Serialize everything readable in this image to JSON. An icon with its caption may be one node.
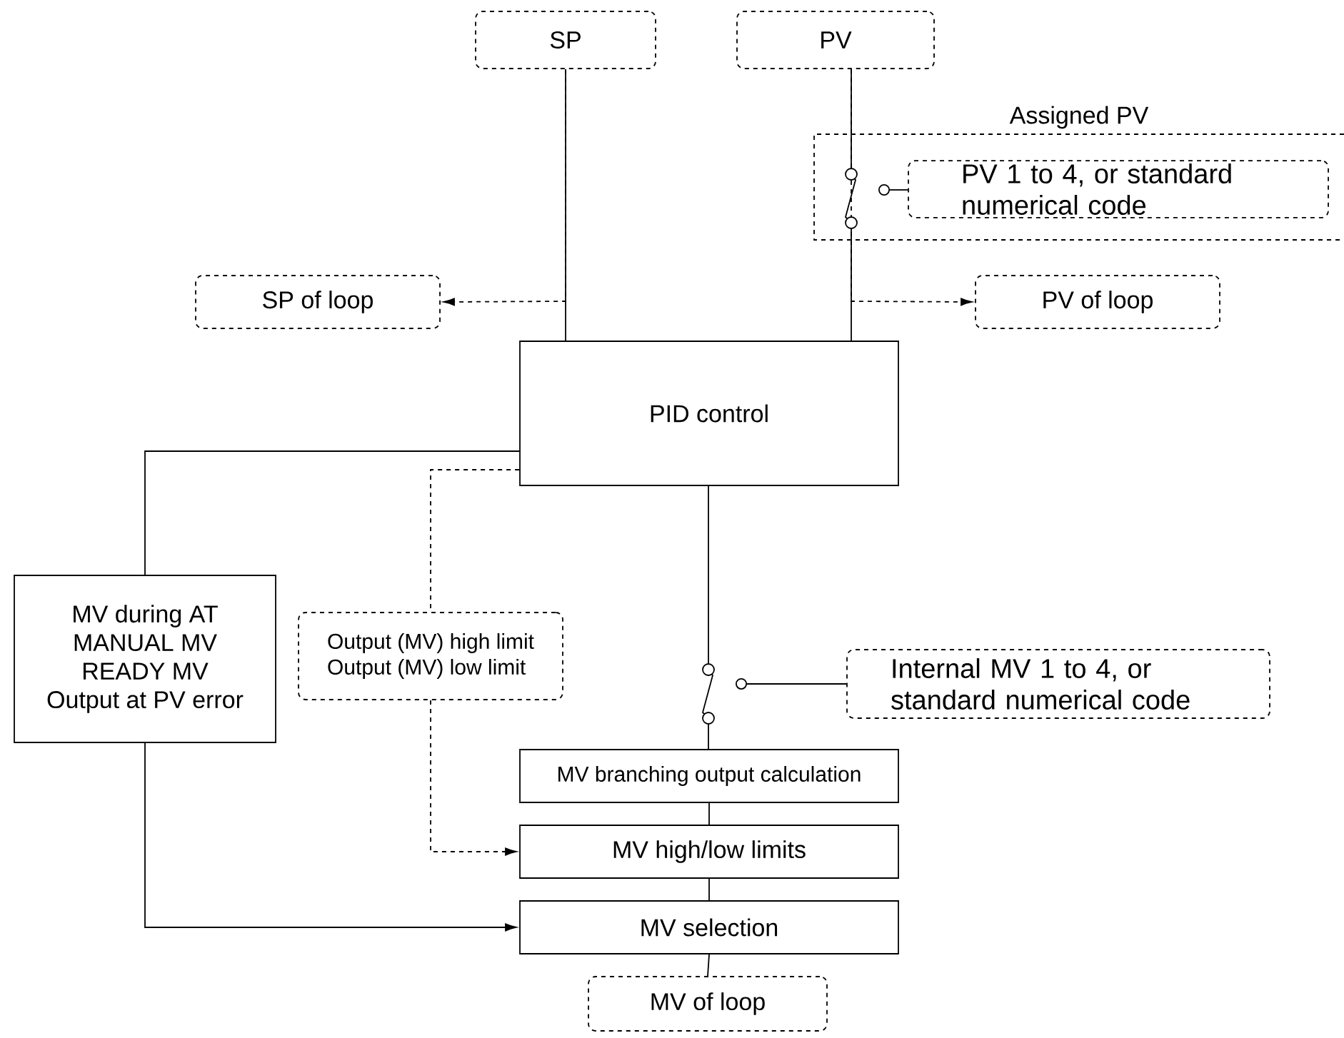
{
  "diagram": {
    "nodes": [
      {
        "text": [
          "SP"
        ]
      },
      {
        "text": [
          "PV"
        ]
      },
      {
        "text": [
          "Assigned PV"
        ]
      },
      {
        "text": [
          "PV 1 to 4, or standard numerical code"
        ],
        "in": 2
      },
      {
        "text": [
          "SP of loop"
        ]
      },
      {
        "text": [
          "PV of loop"
        ]
      },
      {
        "text": [
          "PID control"
        ]
      },
      {
        "text": [
          "MV during AT",
          "MANUAL MV",
          "READY MV",
          "Output at PV error"
        ]
      },
      {
        "text": [
          "Output (MV) high limit",
          "Output (MV) low limit"
        ]
      },
      {
        "text": [
          "Internal MV 1 to 4, or standard numerical code"
        ]
      },
      {
        "text": [
          "MV branching output calculation"
        ]
      },
      {
        "text": [
          "MV high/low limits"
        ]
      },
      {
        "text": [
          "MV selection"
        ]
      },
      {
        "text": [
          "MV of loop"
        ]
      }
    ],
    "edges": [
      {
        "from": 0,
        "to": 6,
        "arrow": "none"
      },
      {
        "from": 1,
        "to": 6,
        "arrow": "none"
      },
      {
        "from": 3,
        "to": null,
        "arrow": "other"
      },
      {
        "from": 0,
        "to": 4,
        "arrow": "to",
        "style": "dashed"
      },
      {
        "from": 1,
        "to": 5,
        "arrow": "to",
        "style": "dashed"
      },
      {
        "from": 6,
        "to": 10,
        "arrow": "none"
      },
      {
        "from": 9,
        "to": null,
        "arrow": "other"
      },
      {
        "from": 10,
        "to": 11,
        "arrow": "none"
      },
      {
        "from": 11,
        "to": 12,
        "arrow": "none"
      },
      {
        "from": 12,
        "to": 13,
        "arrow": "none"
      },
      {
        "from": 6,
        "to": 7,
        "arrow": "none"
      },
      {
        "from": 7,
        "to": 12,
        "arrow": "to"
      },
      {
        "from": 6,
        "to": 8,
        "arrow": "none",
        "style": "dashed"
      },
      {
        "from": 8,
        "to": 11,
        "arrow": "to",
        "style": "dashed"
      }
    ]
  }
}
